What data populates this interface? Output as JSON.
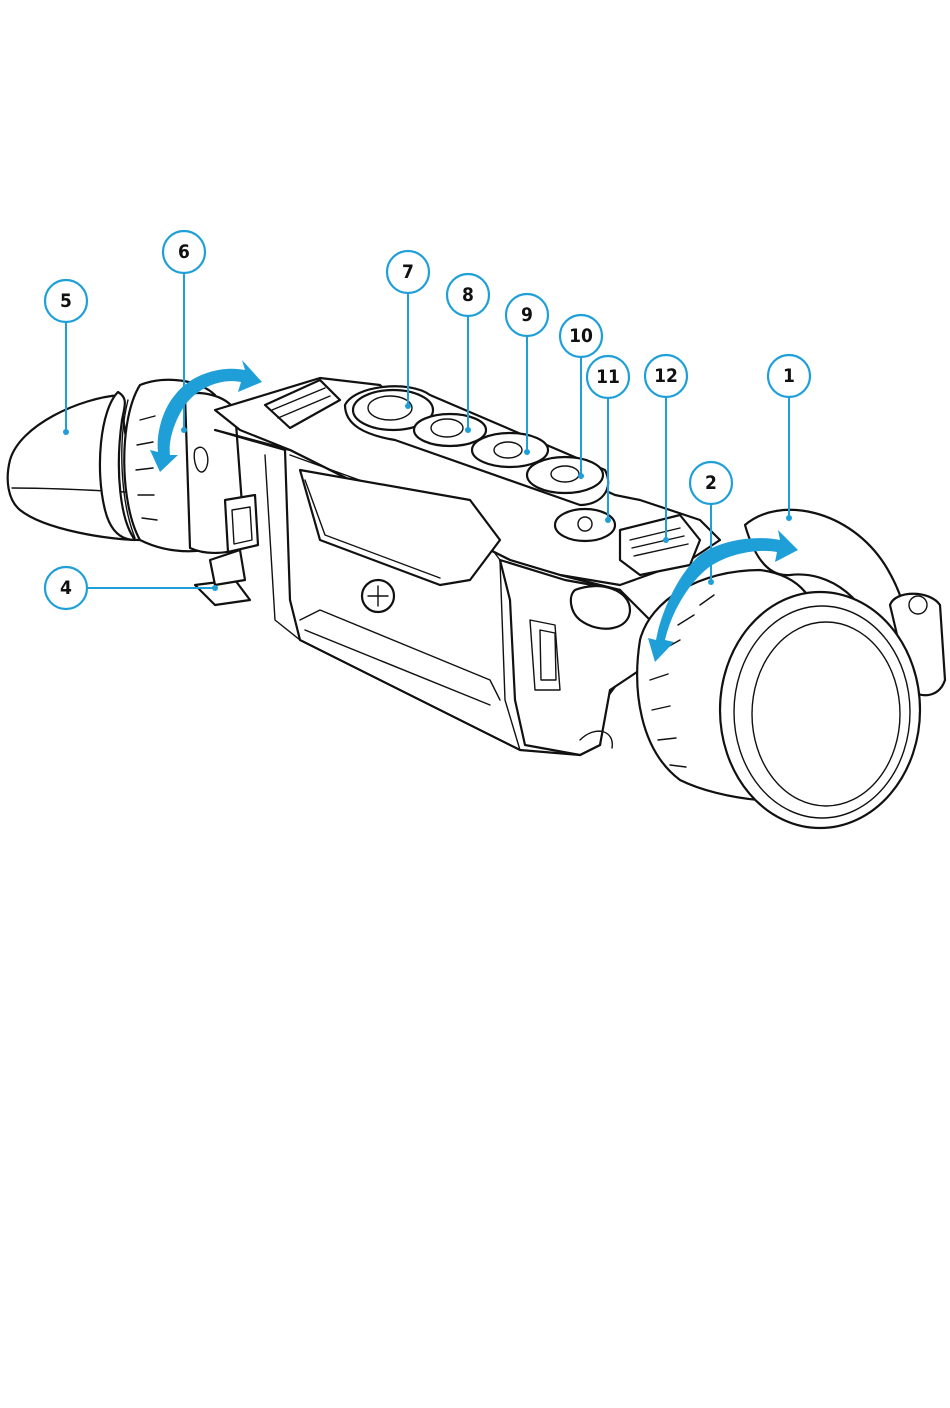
{
  "callouts": [
    {
      "label": "1"
    },
    {
      "label": "2"
    },
    {
      "label": "4"
    },
    {
      "label": "5"
    },
    {
      "label": "6"
    },
    {
      "label": "7"
    },
    {
      "label": "8"
    },
    {
      "label": "9"
    },
    {
      "label": "10"
    },
    {
      "label": "11"
    },
    {
      "label": "12"
    }
  ],
  "colors": {
    "accent": "#1f9fd8",
    "line": "#111111",
    "background": "#ffffff"
  }
}
